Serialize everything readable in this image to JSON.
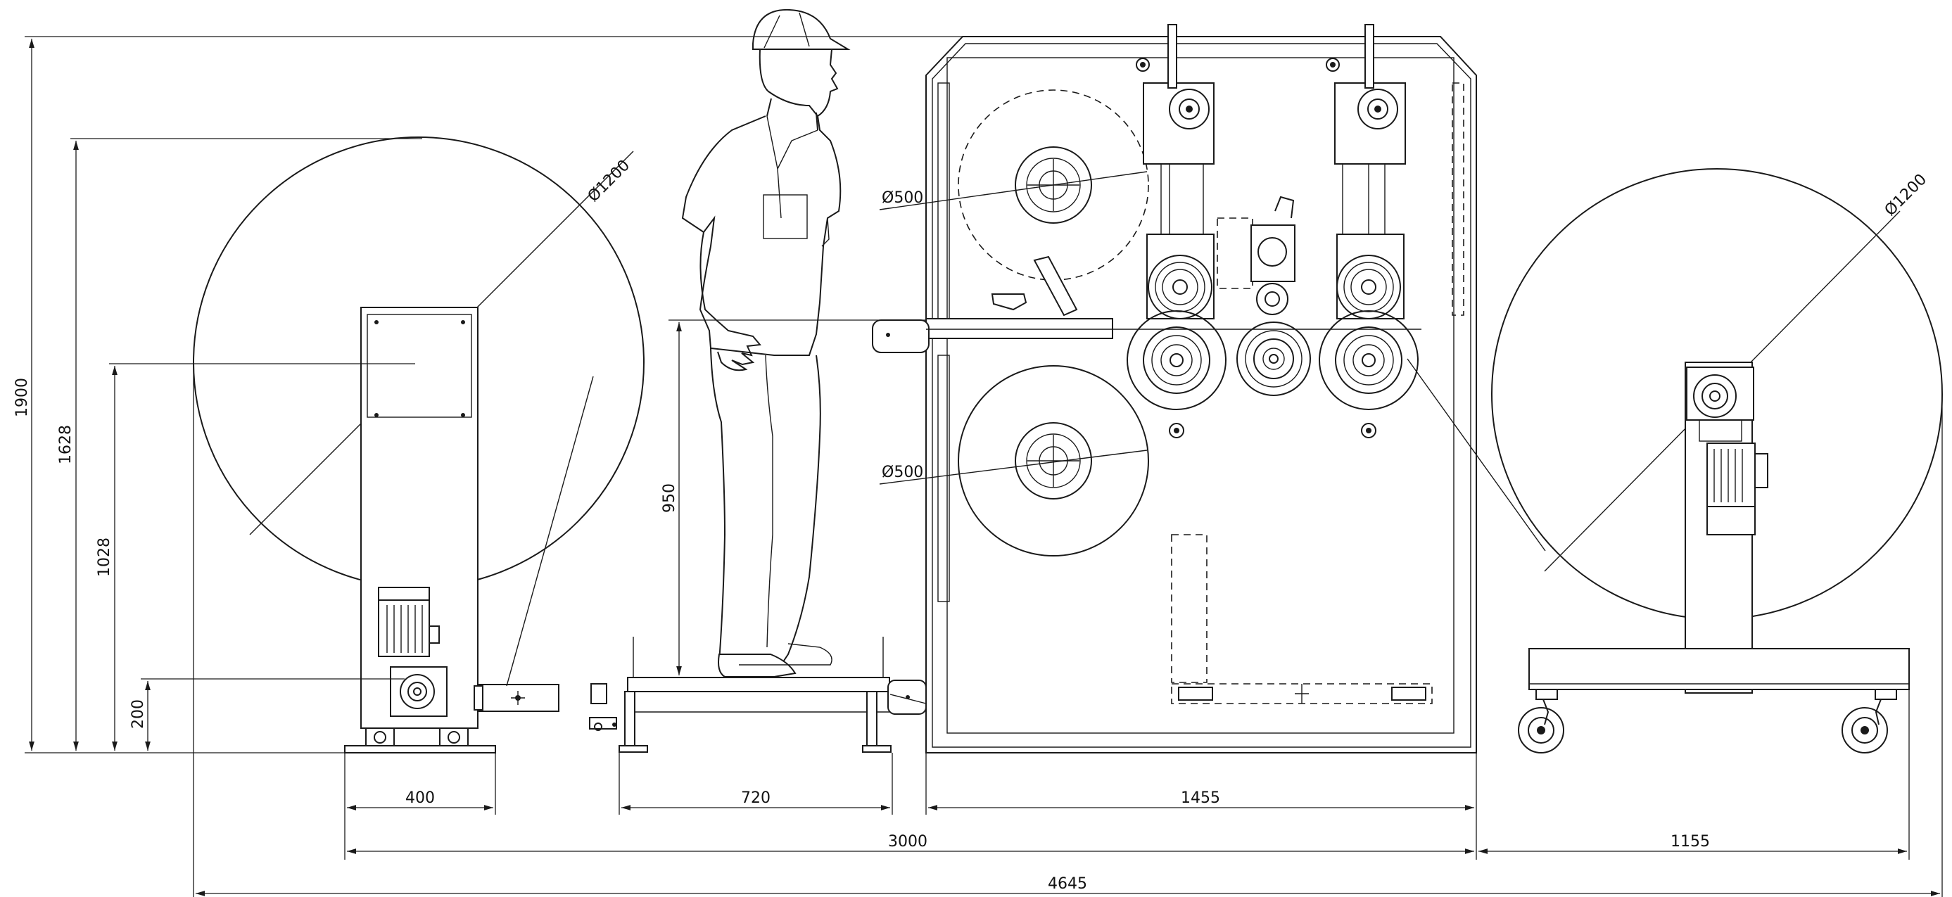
{
  "dimensions": {
    "h1900": "1900",
    "h1628": "1628",
    "h1028": "1028",
    "h200": "200",
    "h950": "950",
    "w400": "400",
    "w720": "720",
    "w1455": "1455",
    "w3000": "3000",
    "w1155": "1155",
    "w4645": "4645",
    "d1200_left": "Ø1200",
    "d1200_right": "Ø1200",
    "d500_top": "Ø500",
    "d500_bottom": "Ø500"
  }
}
